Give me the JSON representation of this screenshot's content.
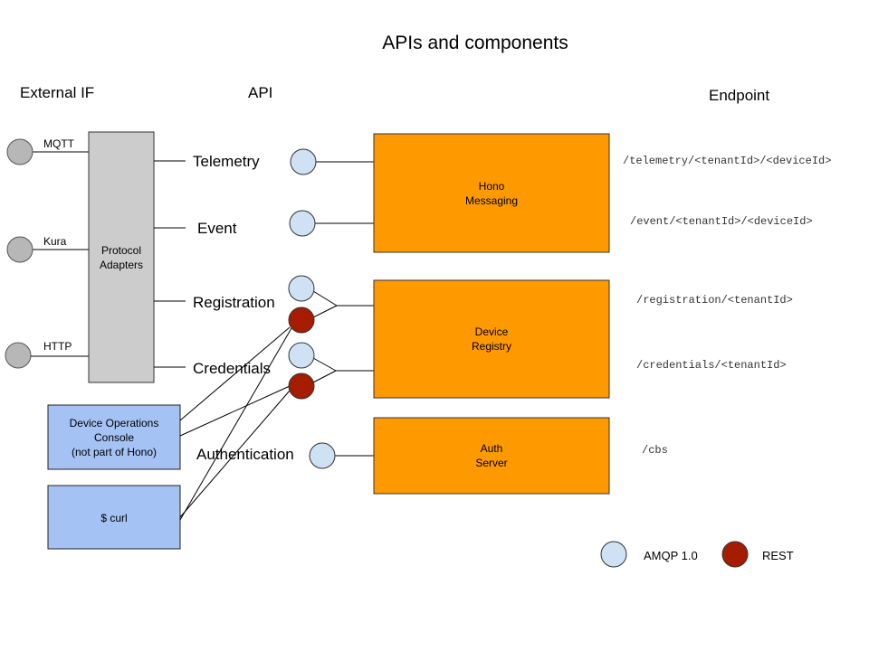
{
  "title": "APIs and components",
  "headers": {
    "external_if": "External IF",
    "api": "API",
    "endpoint": "Endpoint"
  },
  "external_interfaces": [
    {
      "label": "MQTT"
    },
    {
      "label": "Kura"
    },
    {
      "label": "HTTP"
    }
  ],
  "protocol_adapters": {
    "line1": "Protocol",
    "line2": "Adapters"
  },
  "apis": [
    {
      "label": "Telemetry"
    },
    {
      "label": "Event"
    },
    {
      "label": "Registration"
    },
    {
      "label": "Credentials"
    },
    {
      "label": "Authentication"
    }
  ],
  "clients": [
    {
      "lines": [
        "Device Operations",
        "Console",
        "(not part of Hono)"
      ]
    },
    {
      "lines": [
        "$ curl"
      ]
    }
  ],
  "components": [
    {
      "lines": [
        "Hono",
        "Messaging"
      ]
    },
    {
      "lines": [
        "Device",
        "Registry"
      ]
    },
    {
      "lines": [
        "Auth",
        "Server"
      ]
    }
  ],
  "endpoints": [
    "/telemetry/<tenantId>/<deviceId>",
    "/event/<tenantId>/<deviceId>",
    "/registration/<tenantId>",
    "/credentials/<tenantId>",
    "/cbs"
  ],
  "legend": [
    {
      "label": "AMQP 1.0",
      "color": "#cfe2f3"
    },
    {
      "label": "REST",
      "color": "#a61c00"
    }
  ],
  "colors": {
    "amqp": "#cfe2f3",
    "rest": "#a61c00",
    "component": "#ff9900",
    "adapter": "#cccccc",
    "client": "#a4c2f4",
    "external": "#b7b7b7"
  }
}
